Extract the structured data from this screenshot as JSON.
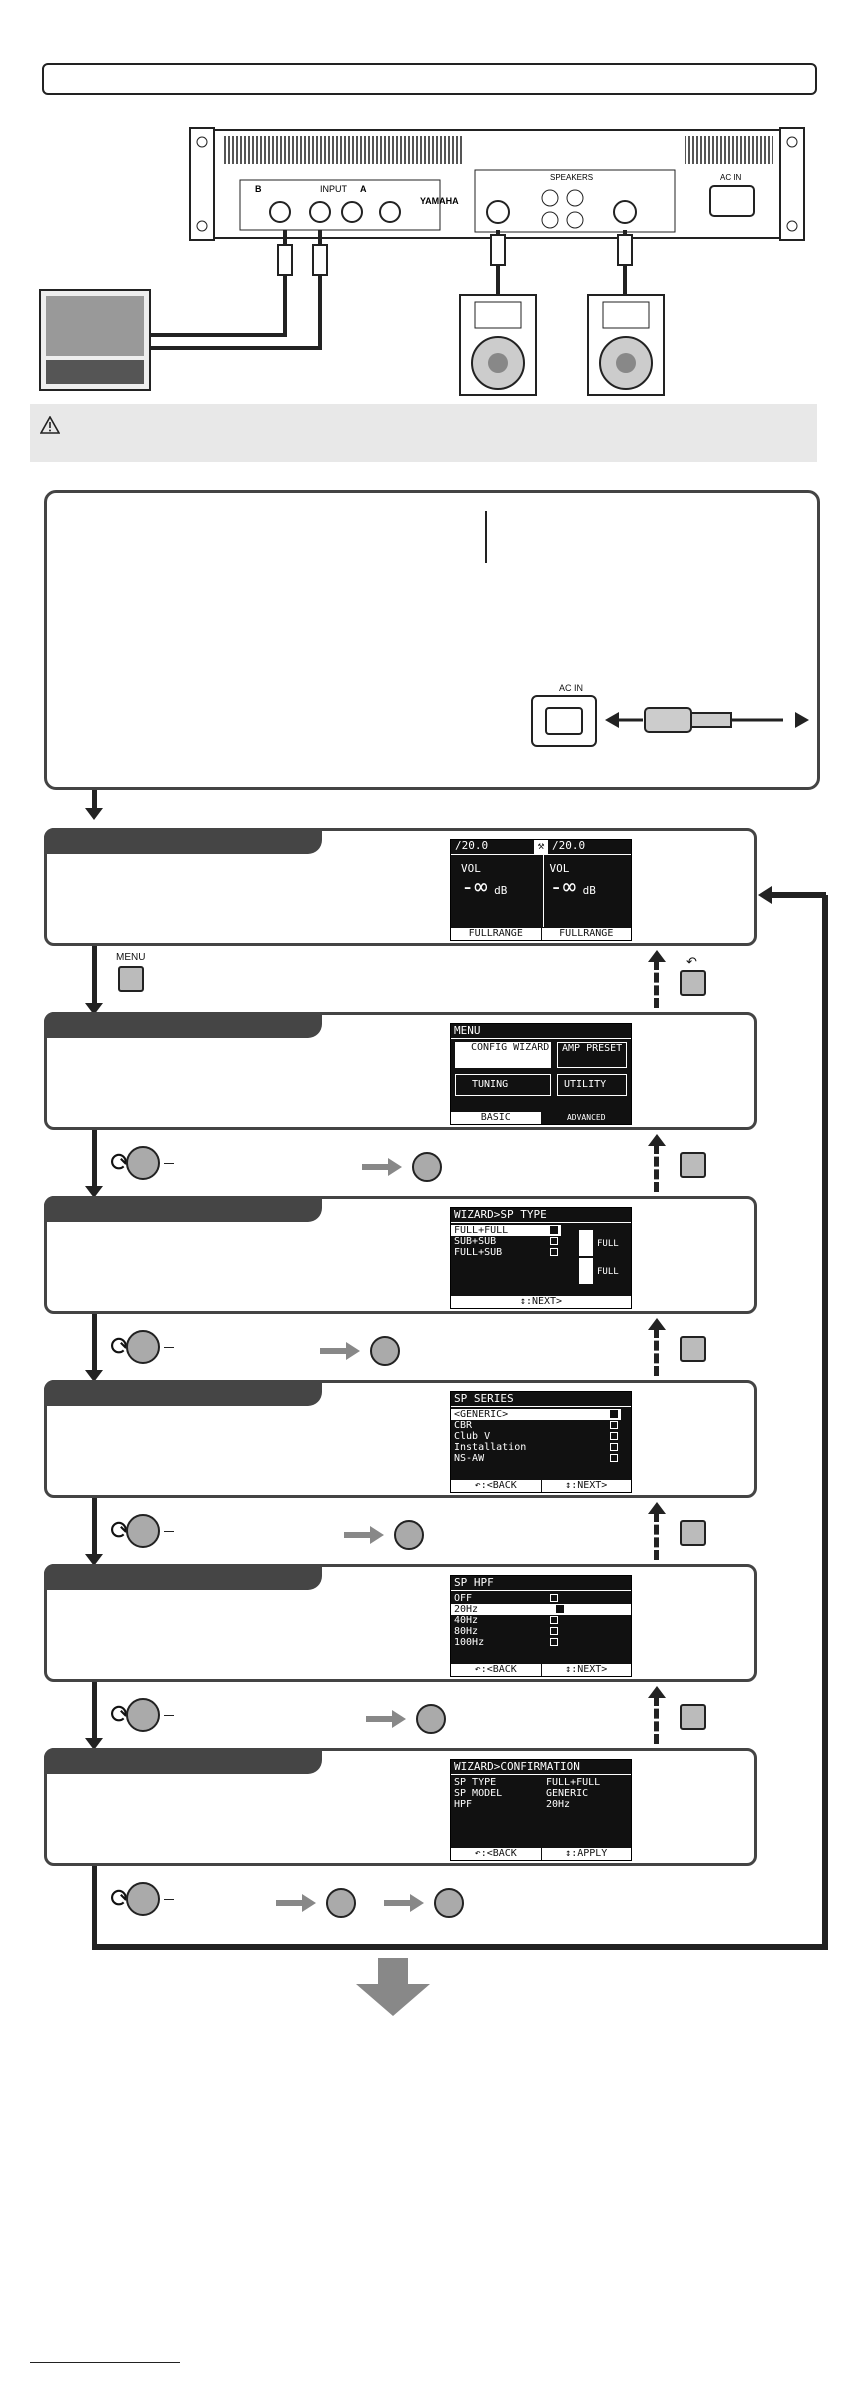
{
  "rear_panel": {
    "brand": "YAMAHA",
    "labels": {
      "input": "INPUT",
      "ch_b": "B",
      "ch_a": "A",
      "speakers": "SPEAKERS",
      "ac_in": "AC IN"
    }
  },
  "power_label": "AC IN",
  "screens": {
    "home": {
      "left_header": "/20.0",
      "right_header": "/20.0",
      "vol_label": "VOL",
      "vol_value": "-∞",
      "unit": "dB",
      "left_footer": "FULLRANGE",
      "right_footer": "FULLRANGE"
    },
    "menu": {
      "title": "MENU",
      "config_wizard": "CONFIG WIZARD",
      "amp_preset": "AMP PRESET",
      "tuning": "TUNING",
      "utility": "UTILITY",
      "tab_basic": "BASIC",
      "tab_advanced": "ADVANCED"
    },
    "sp_type": {
      "title": "WIZARD>SP TYPE",
      "items": [
        "FULL+FULL",
        "SUB+SUB",
        "FULL+SUB"
      ],
      "full_label_1": "FULL",
      "full_label_2": "FULL",
      "footer": "↕:NEXT>"
    },
    "sp_series": {
      "title": "SP SERIES",
      "items": [
        "<GENERIC>",
        "CBR",
        "Club V",
        "Installation",
        "NS-AW"
      ],
      "back": "↶:<BACK",
      "next": "↕:NEXT>"
    },
    "sp_hpf": {
      "title": "SP HPF",
      "items": [
        "OFF",
        "20Hz",
        "40Hz",
        "80Hz",
        "100Hz"
      ],
      "back": "↶:<BACK",
      "next": "↕:NEXT>"
    },
    "confirmation": {
      "title": "WIZARD>CONFIRMATION",
      "rows": [
        {
          "k": "SP TYPE",
          "v": "FULL+FULL"
        },
        {
          "k": "SP MODEL",
          "v": "GENERIC"
        },
        {
          "k": "HPF",
          "v": "20Hz"
        }
      ],
      "back": "↶:<BACK",
      "apply": "↕:APPLY"
    }
  },
  "menu_button_label": "MENU",
  "colors": {
    "tab": "#454545",
    "lcd": "#111111",
    "note_bg": "#e8e8e8",
    "arrow_grey": "#888888"
  }
}
